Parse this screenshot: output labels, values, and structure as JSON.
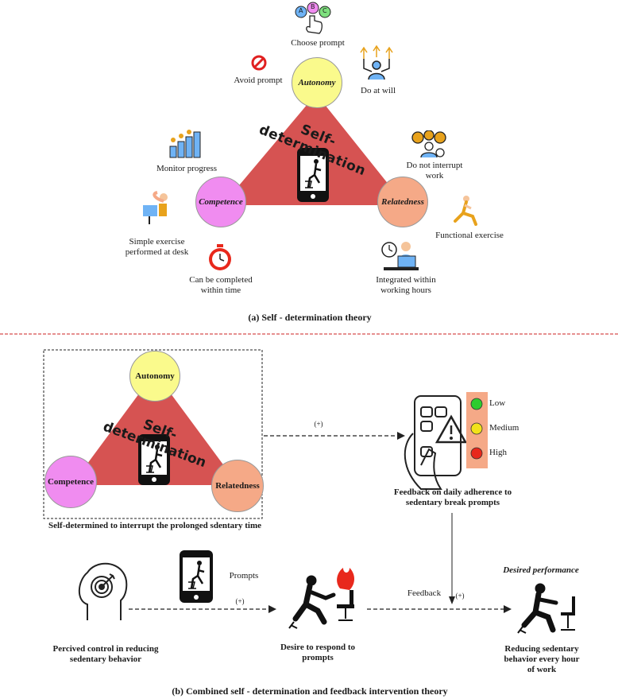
{
  "part_a": {
    "center_label": "Self-determination",
    "nodes": {
      "autonomy": "Autonomy",
      "competence": "Competence",
      "relatedness": "Relatedness"
    },
    "items": {
      "choose_prompt": "Choose prompt",
      "choose_letters": [
        "A",
        "B",
        "C"
      ],
      "avoid_prompt": "Avoid prompt",
      "do_at_will": "Do at will",
      "monitor_progress": "Monitor progress",
      "do_not_interrupt": "Do not interrupt work",
      "simple_exercise": "Simple exercise performed at desk",
      "functional_exercise": "Functional exercise",
      "completed_within_time": "Can be completed within time",
      "integrated_working_hours": "Integrated within working hours"
    },
    "caption": "(a) Self - determination theory"
  },
  "part_b": {
    "center_label": "Self-determination",
    "nodes": {
      "autonomy": "Autonomy",
      "competence": "Competence",
      "relatedness": "Relatedness"
    },
    "box_caption": "Self-determined to interrupt the prolonged sdentary time",
    "arrow_plus_top": "(+)",
    "traffic_levels": [
      "Low",
      "Medium",
      "High"
    ],
    "traffic_colors": [
      "#2ecc2e",
      "#f2e21a",
      "#e8281c"
    ],
    "feedback_caption": "Feedback on daily adherence to sedentary break prompts",
    "perceived_control": "Percived control in reducing sedentary behavior",
    "prompts_label": "Prompts",
    "plus_left": "(+)",
    "desire_label": "Desire to respond to prompts",
    "feedback_label": "Feedback",
    "plus_right": "(+)",
    "desired_performance": "Desired performance",
    "reducing_label": "Reducing sedentary behavior every hour of work",
    "caption": "(b) Combined self - determination and feedback intervention theory"
  },
  "colors": {
    "triangle": "#d65352",
    "autonomy": "#fafa8c",
    "competence": "#f08cf0",
    "relatedness": "#f5a987",
    "divider": "#cc2222"
  }
}
